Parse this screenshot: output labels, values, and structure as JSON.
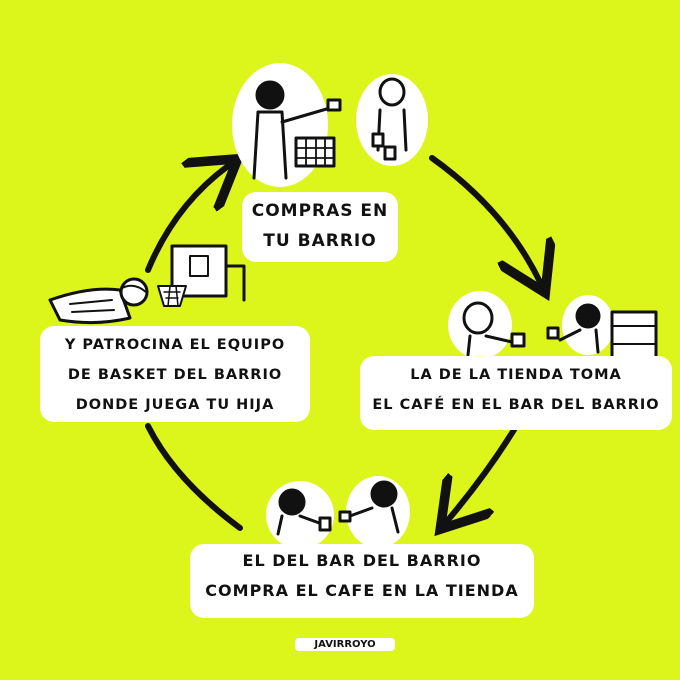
{
  "colors": {
    "background": "#dcf51a",
    "ink": "#111111",
    "bubble": "#ffffff"
  },
  "steps": [
    {
      "id": "shop",
      "lines": [
        "COMPRAS EN",
        "TU BARRIO"
      ]
    },
    {
      "id": "store",
      "lines": [
        "LA DE LA TIENDA TOMA",
        "EL CAFÉ EN EL BAR DEL BARRIO"
      ]
    },
    {
      "id": "bar",
      "lines": [
        "EL DEL BAR DEL BARRIO",
        "COMPRA EL CAFE EN LA TIENDA"
      ]
    },
    {
      "id": "sponsor",
      "lines": [
        "Y PATROCINA EL EQUIPO",
        "DE BASKET DEL BARRIO",
        "DONDE JUEGA TU HIJA"
      ]
    }
  ],
  "credit": "JAVIRROYO"
}
